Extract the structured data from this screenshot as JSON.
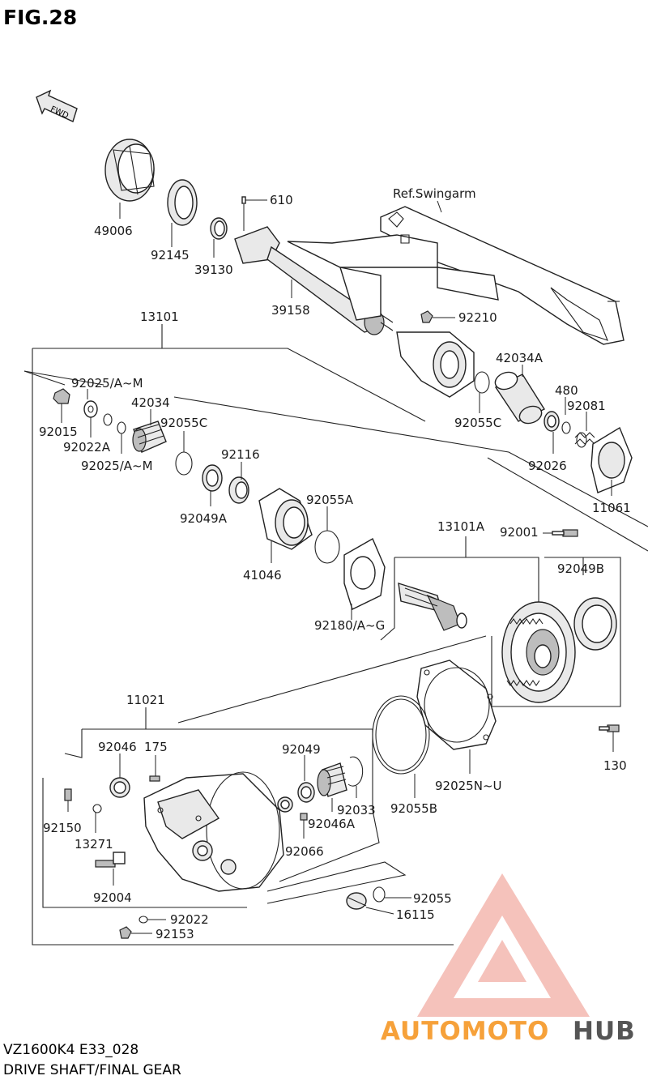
{
  "figure": {
    "title": "FIG.28"
  },
  "footer": {
    "model": "VZ1600K4 E33_028",
    "section": "DRIVE SHAFT/FINAL GEAR"
  },
  "direction_marker": {
    "text": "FWD"
  },
  "reference": {
    "swingarm": "Ref.Swingarm"
  },
  "labels": {
    "p49006": "49006",
    "p92145": "92145",
    "p39130": "39130",
    "p610": "610",
    "p39158": "39158",
    "p92210": "92210",
    "p13101": "13101",
    "p92025AM_top": "92025/A~M",
    "p92015": "92015",
    "p92022A": "92022A",
    "p92025AM_bot": "92025/A~M",
    "p42034": "42034",
    "p92055C_left": "92055C",
    "p92116": "92116",
    "p92049A": "92049A",
    "p42034A": "42034A",
    "p480": "480",
    "p92081": "92081",
    "p92055C_right": "92055C",
    "p92026": "92026",
    "p11061": "11061",
    "p92055A": "92055A",
    "p41046": "41046",
    "p92180AG": "92180/A~G",
    "p13101A": "13101A",
    "p92001": "92001",
    "p92049B": "92049B",
    "p11021": "11021",
    "p92046": "92046",
    "p175": "175",
    "p92049": "92049",
    "p92150": "92150",
    "p13271": "13271",
    "p92033": "92033",
    "p92046A": "92046A",
    "p92066": "92066",
    "p92055B": "92055B",
    "p92025NU": "92025N~U",
    "p130": "130",
    "p92004": "92004",
    "p92055": "92055",
    "p16115": "16115",
    "p92022": "92022",
    "p92153": "92153"
  },
  "watermark": {
    "part1": "AUTOMOTO",
    "part2": "HUB"
  },
  "colors": {
    "watermark_orange": "#f6a13a",
    "watermark_red": "#e8432d",
    "watermark_gray": "#555555"
  }
}
